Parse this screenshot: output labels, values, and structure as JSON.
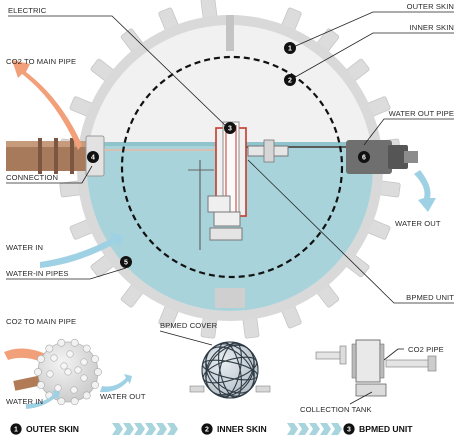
{
  "labels": {
    "electric": "ELECTRIC",
    "outer_skin": "OUTER SKIN",
    "inner_skin": "INNER SKIN",
    "co2_main_pipe": "CO2 TO MAIN PIPE",
    "water_out_pipe": "WATER OUT PIPE",
    "connection": "CONNECTION",
    "water_out": "WATER OUT",
    "water_in": "WATER IN",
    "water_in_pipes": "WATER-IN PIPES",
    "bpmed_unit": "BPMED UNIT"
  },
  "markers": {
    "m1": "1",
    "m2": "2",
    "m3": "3",
    "m4": "4",
    "m5": "5",
    "m6": "6"
  },
  "bottom": {
    "co2_main_pipe": "CO2 TO MAIN PIPE",
    "water_in": "WATER IN",
    "water_out": "WATER OUT",
    "bpmed_cover": "BPMED COVER",
    "co2_pipe": "CO2 PIPE",
    "collection_tank": "COLLECTION TANK",
    "steps": [
      {
        "num": "1",
        "label": "OUTER SKIN"
      },
      {
        "num": "2",
        "label": "INNER SKIN"
      },
      {
        "num": "3",
        "label": "BPMED UNIT"
      }
    ]
  },
  "colors": {
    "water": "#a9d3da",
    "water_dark": "#7fb8c2",
    "shell": "#e6e6e6",
    "rim": "#d4d4d4",
    "co2_arrow": "#f2a07a",
    "water_arrow": "#9fd1e4",
    "copper": "#b07b55",
    "red_frame": "#c43b2c",
    "step_arrow": "#a7d4dd"
  }
}
